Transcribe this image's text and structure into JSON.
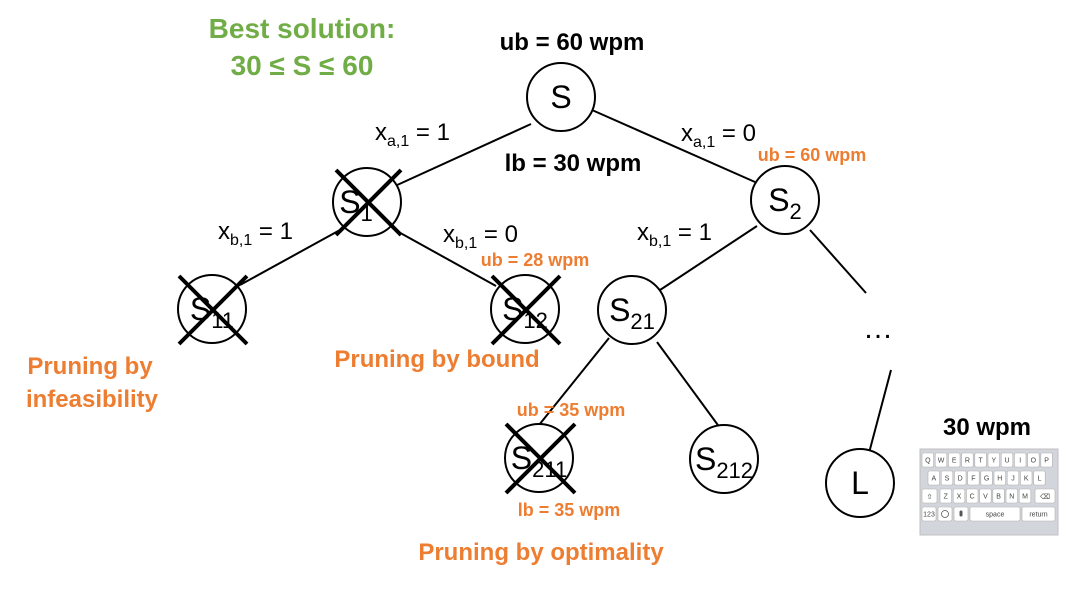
{
  "best_solution": {
    "line1": "Best solution:",
    "line2": "30 ≤ S ≤ 60",
    "color": "#70ad47"
  },
  "root_bounds": {
    "ub": "ub = 60 wpm",
    "lb": "lb = 30 wpm"
  },
  "nodes": {
    "S": {
      "main": "S",
      "sub": ""
    },
    "S1": {
      "main": "S",
      "sub": "1"
    },
    "S2": {
      "main": "S",
      "sub": "2"
    },
    "S11": {
      "main": "S",
      "sub": "11"
    },
    "S12": {
      "main": "S",
      "sub": "12"
    },
    "S21": {
      "main": "S",
      "sub": "21"
    },
    "S211": {
      "main": "S",
      "sub": "211"
    },
    "S212": {
      "main": "S",
      "sub": "212"
    },
    "L": {
      "main": "L",
      "sub": ""
    }
  },
  "edge_labels": {
    "xa1_1": {
      "base": "x",
      "sub": "a,1",
      "rest": " = 1"
    },
    "xa1_0": {
      "base": "x",
      "sub": "a,1",
      "rest": " = 0"
    },
    "xb1_1_left": {
      "base": "x",
      "sub": "b,1",
      "rest": " = 1"
    },
    "xb1_0": {
      "base": "x",
      "sub": "b,1",
      "rest": " = 0"
    },
    "xb1_1_right": {
      "base": "x",
      "sub": "b,1",
      "rest": " = 1"
    }
  },
  "orange_bounds": {
    "s2_ub": "ub = 60 wpm",
    "s12_ub": "ub = 28 wpm",
    "s211_ub": "ub = 35 wpm",
    "s211_lb": "lb = 35 wpm",
    "color": "#ed7d31"
  },
  "ellipsis": "…",
  "pruning": {
    "infeasibility_line1": "Pruning by",
    "infeasibility_line2": "infeasibility",
    "bound": "Pruning by bound",
    "optimality": "Pruning by optimality"
  },
  "keyboard": {
    "title": "30 wpm",
    "row1": [
      "Q",
      "W",
      "E",
      "R",
      "T",
      "Y",
      "U",
      "I",
      "O",
      "P"
    ],
    "row2": [
      "A",
      "S",
      "D",
      "F",
      "G",
      "H",
      "J",
      "K",
      "L"
    ],
    "row3": [
      "Z",
      "X",
      "C",
      "V",
      "B",
      "N",
      "M"
    ],
    "space": "space",
    "return": "return",
    "num": "123"
  }
}
